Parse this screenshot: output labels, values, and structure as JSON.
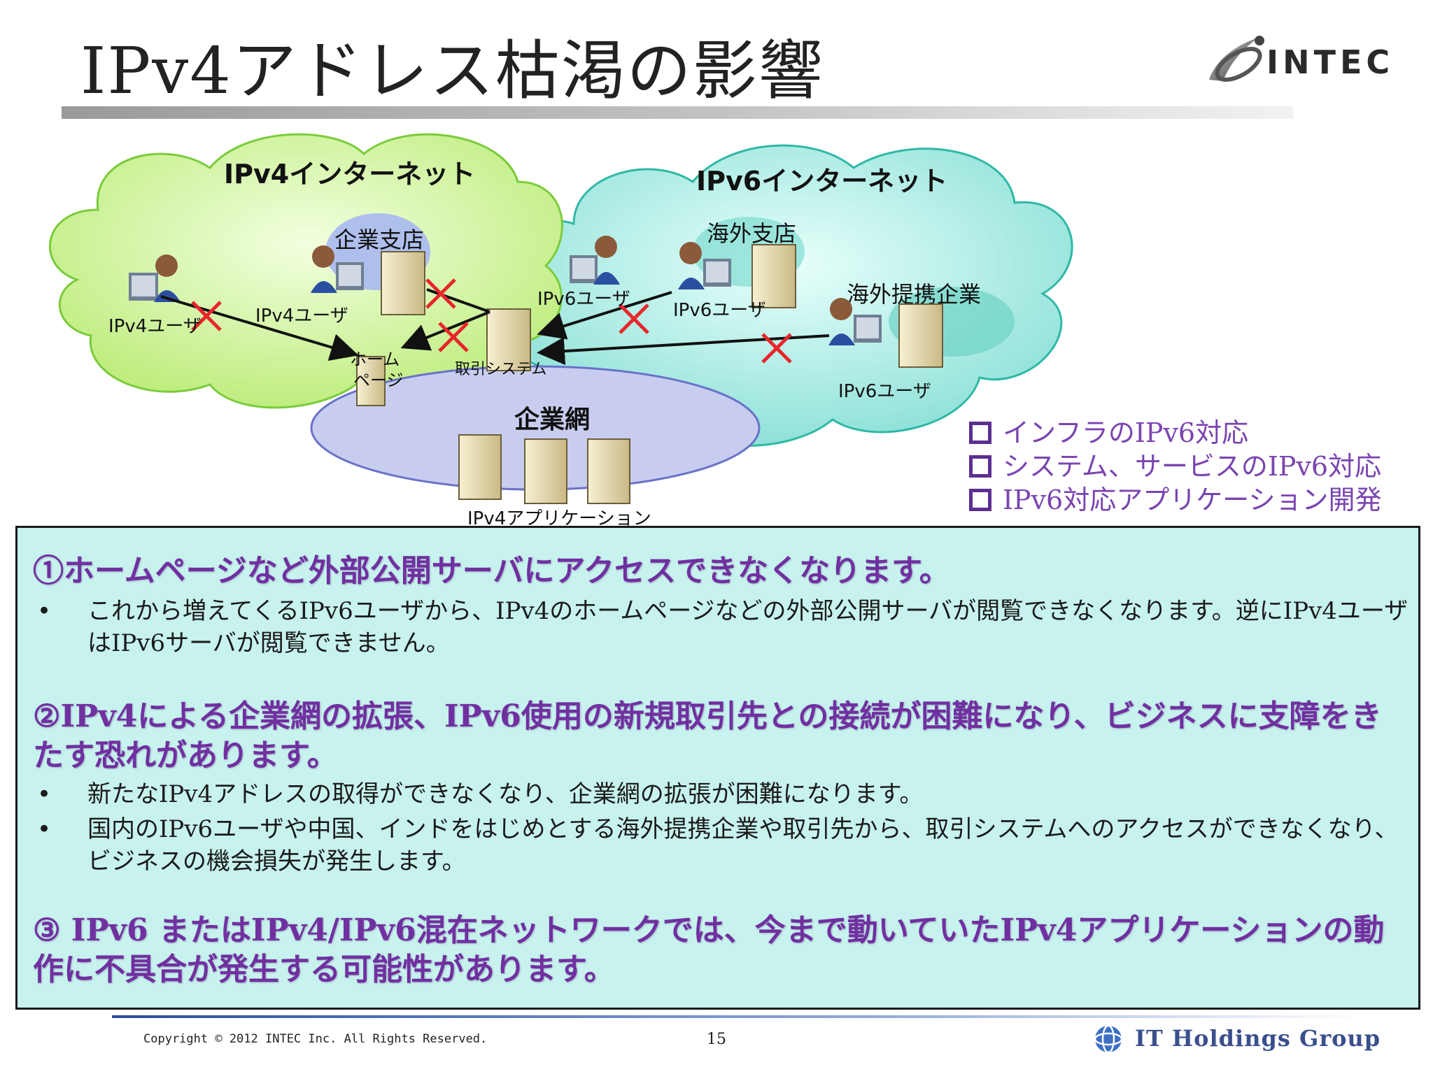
{
  "slide": {
    "title": "IPv4アドレス枯渇の影響",
    "logo_text": "INTEC",
    "logo_icon": "intec-swoosh-icon"
  },
  "diagram": {
    "ipv4_cloud_label": "IPv4インターネット",
    "ipv6_cloud_label": "IPv6インターネット",
    "corp_net_label": "企業網",
    "branch_label": "企業支店",
    "overseas_branch_label": "海外支店",
    "partner_label": "海外提携企業",
    "ipv4_user_left": "IPv4ユーザ",
    "ipv4_user_branch": "IPv4ユーザ",
    "ipv6_user_top": "IPv6ユーザ",
    "ipv6_user_overseas": "IPv6ユーザ",
    "ipv6_user_partner": "IPv6ユーザ",
    "homepage_label": "ホーム\nページ",
    "trade_system_label": "取引システム",
    "app_label": "IPv4アプリケーション",
    "colors": {
      "ipv4_cloud": "#d6f5a8",
      "ipv6_cloud": "#a9ece5",
      "corp_net": "#c8cdf0",
      "cross": "#e8262b"
    }
  },
  "bullets": [
    "インフラのIPv6対応",
    "システム、サービスのIPv6対応",
    "IPv6対応アプリケーション開発"
  ],
  "info": {
    "s1_title": "①ホームページなど外部公開サーバにアクセスできなくなります。",
    "s1_items": [
      "これから増えてくるIPv6ユーザから、IPv4のホームページなどの外部公開サーバが閲覧できなくなります。逆にIPv4ユーザはIPv6サーバが閲覧できません。"
    ],
    "s2_title": "②IPv4による企業網の拡張、IPv6使用の新規取引先との接続が困難になり、ビジネスに支障をきたす恐れがあります。",
    "s2_items": [
      "新たなIPv4アドレスの取得ができなくなり、企業網の拡張が困難になります。",
      "国内のIPv6ユーザや中国、インドをはじめとする海外提携企業や取引先から、取引システムへのアクセスができなくなり、ビジネスの機会損失が発生します。"
    ],
    "s3_title": "③ IPv6 またはIPv4/IPv6混在ネットワークでは、今まで動いていたIPv4アプリケーションの動作に不具合が発生する可能性があります。",
    "bullet_char": "•"
  },
  "footer": {
    "copyright": "Copyright © 2012 INTEC Inc. All Rights Reserved.",
    "page_number": "15",
    "brand": "IT Holdings Group",
    "brand_icon": "globe-icon"
  }
}
